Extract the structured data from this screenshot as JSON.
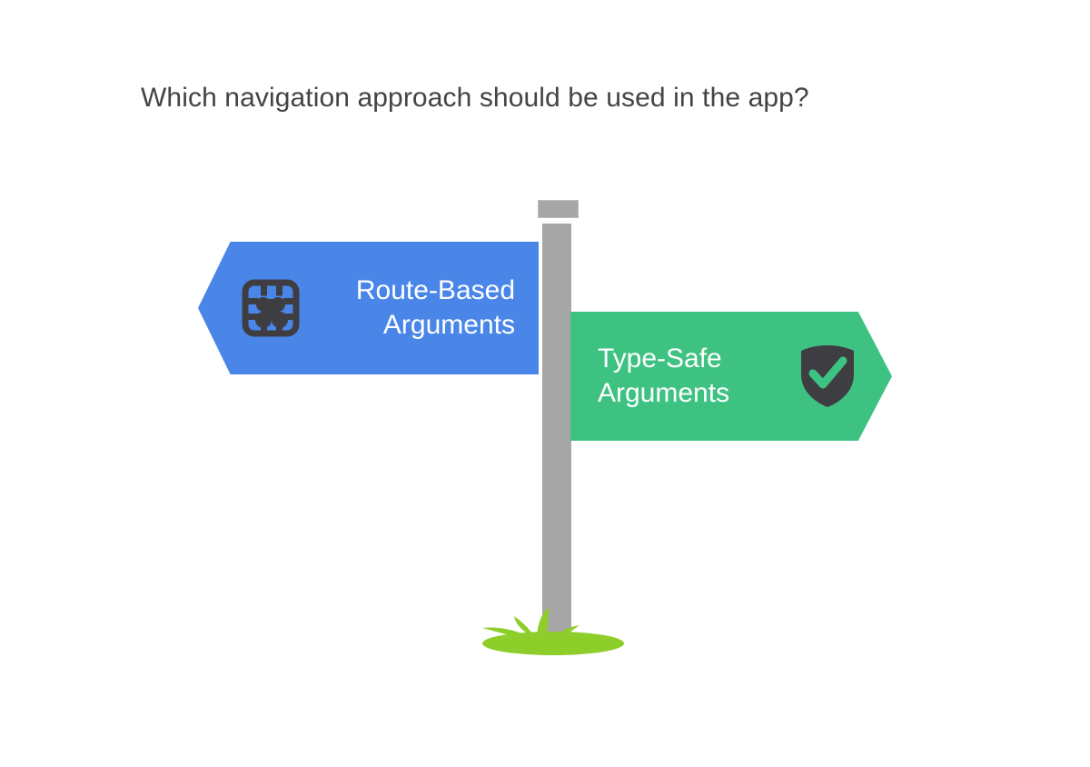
{
  "page": {
    "background_color": "#ffffff",
    "title": "Which navigation approach should be used in the app?",
    "title_color": "#444446"
  },
  "signpost": {
    "post_color": "#a6a6a6",
    "post_cap_color": "#a6a6a6",
    "grass_color": "#8dce2a",
    "grass_icon_name": "grass-mound"
  },
  "signs": [
    {
      "id": "route-based-arguments",
      "direction": "left",
      "label": "Route-Based\nArguments",
      "label_line_1": "Route-Based",
      "label_line_2": "Arguments",
      "background_color": "#4a86e8",
      "text_color": "#ffffff",
      "icon_name": "network-grid-icon",
      "icon_color": "#3e3e42"
    },
    {
      "id": "type-safe-arguments",
      "direction": "right",
      "label": "Type-Safe\nArguments",
      "label_line_1": "Type-Safe",
      "label_line_2": "Arguments",
      "background_color": "#3ec282",
      "text_color": "#ffffff",
      "icon_name": "shield-check-icon",
      "icon_color": "#3e3e42",
      "icon_accent_color": "#3ec282"
    }
  ]
}
